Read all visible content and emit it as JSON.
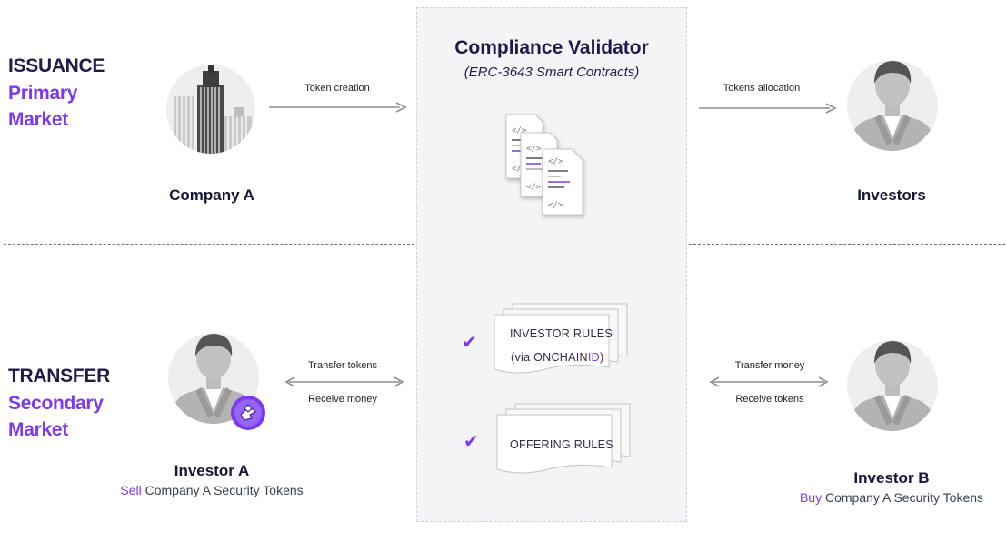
{
  "sections": {
    "issuance": {
      "title": "ISSUANCE",
      "subtitle_line1": "Primary",
      "subtitle_line2": "Market"
    },
    "transfer": {
      "title": "TRANSFER",
      "subtitle_line1": "Secondary",
      "subtitle_line2": "Market"
    }
  },
  "validator": {
    "title": "Compliance Validator",
    "subtitle": "(ERC-3643 Smart Contracts)",
    "code_glyph": "</>",
    "investor_rules": {
      "line1": "INVESTOR RULES",
      "line2_prefix": "(via ONCHAIN",
      "line2_accent": "ID",
      "line2_suffix": ")"
    },
    "offering_rules": "OFFERING  RULES",
    "check_mark": "✔"
  },
  "nodes": {
    "company_a": {
      "label": "Company A"
    },
    "investors": {
      "label": "Investors"
    },
    "investor_a": {
      "label": "Investor A",
      "desc_accent": "Sell",
      "desc_rest": " Company A Security Tokens"
    },
    "investor_b": {
      "label": "Investor B",
      "desc_accent": "Buy",
      "desc_rest": " Company A Security Tokens"
    }
  },
  "flows": {
    "token_creation": "Token creation",
    "tokens_allocation": "Tokens allocation",
    "left_transfer_1": "Transfer tokens",
    "left_transfer_2": "Receive money",
    "right_transfer_1": "Transfer money",
    "right_transfer_2": "Receive tokens"
  },
  "colors": {
    "accent": "#7c3aed",
    "navy": "#1e1b4b",
    "panel_bg": "#f3f4f6",
    "avatar_bg": "#eeeeee",
    "figure_gray": "#a9a9a9"
  },
  "icons": {
    "company": "city-buildings-icon",
    "investor": "person-avatar-icon",
    "seller_badge": "hand-token-badge-icon",
    "contract": "code-document-icon",
    "arrow": "arrow-right-icon",
    "double_arrow": "double-arrow-icon"
  }
}
